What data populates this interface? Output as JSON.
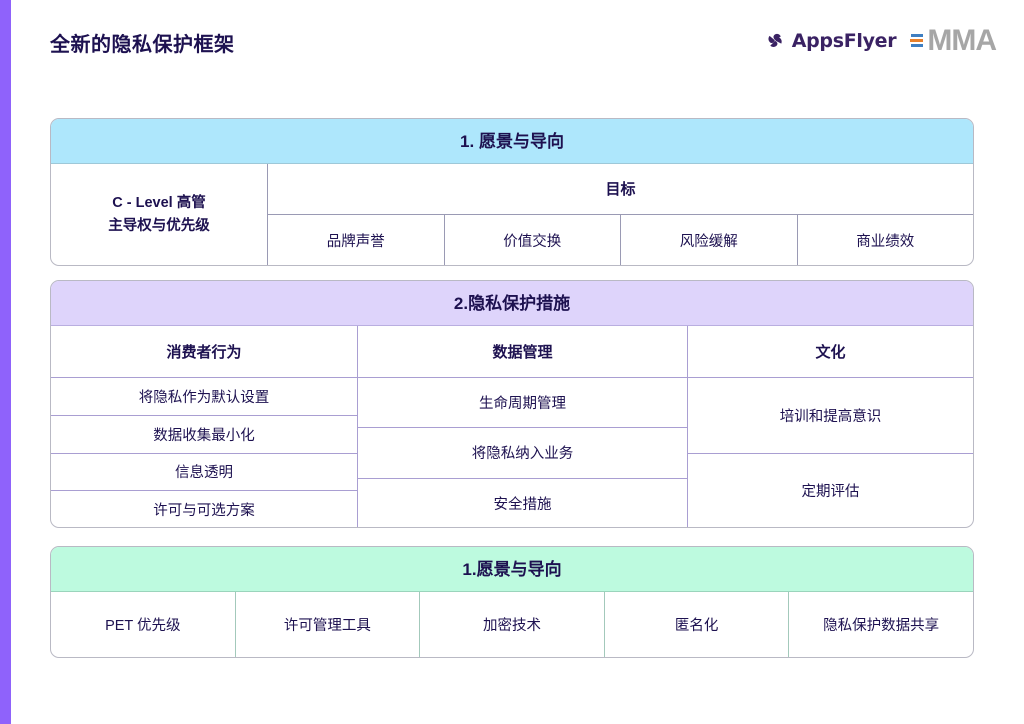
{
  "header": {
    "title": "全新的隐私保护框架",
    "logos": [
      {
        "name": "appsflyer-logo",
        "text": "AppsFlyer",
        "color": "#3a2263"
      },
      {
        "name": "mma-logo",
        "text": "MMA",
        "color": "#a6a6a6"
      }
    ]
  },
  "accent_color": "#8f62fb",
  "text_color": "#1d1150",
  "blocks": [
    {
      "id": "vision-direction",
      "header": "1. 愿景与导向",
      "header_color": "#aee7fc",
      "left_cell_lines": [
        "C - Level 高管",
        "主导权与优先级"
      ],
      "goal_label": "目标",
      "goals": [
        "品牌声誉",
        "价值交换",
        "风险缓解",
        "商业绩效"
      ]
    },
    {
      "id": "privacy-measures",
      "header": "2.隐私保护措施",
      "header_color": "#ded4fb",
      "columns": [
        {
          "head": "消费者行为",
          "cells": [
            "将隐私作为默认设置",
            "数据收集最小化",
            "信息透明",
            "许可与可选方案"
          ]
        },
        {
          "head": "数据管理",
          "cells": [
            "生命周期管理",
            "将隐私纳入业务",
            "安全措施"
          ]
        },
        {
          "head": "文化",
          "cells": [
            "培训和提高意识",
            "定期评估"
          ]
        }
      ]
    },
    {
      "id": "technology",
      "header": "1.愿景与导向",
      "header_color": "#bdfadf",
      "cells": [
        "PET 优先级",
        "许可管理工具",
        "加密技术",
        "匿名化",
        "隐私保护数据共享"
      ]
    }
  ]
}
